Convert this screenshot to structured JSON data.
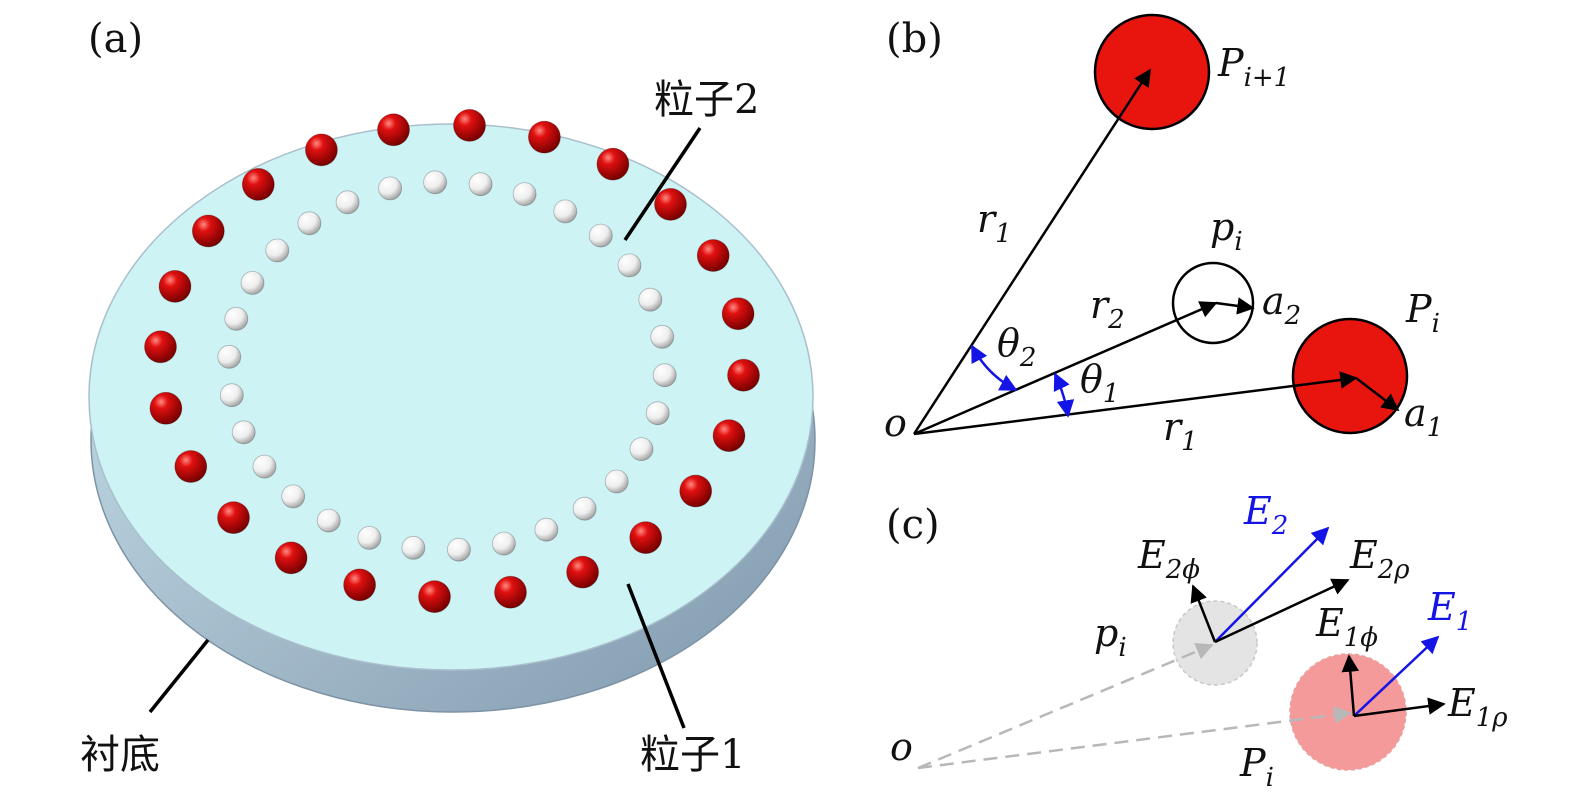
{
  "panel_a": {
    "label": "(a)",
    "particle2_label": "粒子2",
    "particle1_label": "粒子1",
    "substrate_label": "衬底",
    "outer_particle_count": 24,
    "inner_particle_count": 30
  },
  "panel_b": {
    "label": "(b)",
    "origin": "o",
    "P_next": {
      "base": "P",
      "sub": "i+1"
    },
    "P_i": {
      "base": "P",
      "sub": "i"
    },
    "p_i": {
      "base": "p",
      "sub": "i"
    },
    "r1_upper": {
      "base": "r",
      "sub": "1"
    },
    "r1_lower": {
      "base": "r",
      "sub": "1"
    },
    "r2": {
      "base": "r",
      "sub": "2"
    },
    "theta1": {
      "base": "θ",
      "sub": "1"
    },
    "theta2": {
      "base": "θ",
      "sub": "2"
    },
    "a1": {
      "base": "a",
      "sub": "1"
    },
    "a2": {
      "base": "a",
      "sub": "2"
    }
  },
  "panel_c": {
    "label": "(c)",
    "origin": "o",
    "p_i": {
      "base": "p",
      "sub": "i"
    },
    "P_i": {
      "base": "P",
      "sub": "i"
    },
    "E2": {
      "base": "E",
      "sub": "2"
    },
    "E2phi": {
      "base": "E",
      "sub": "2ϕ"
    },
    "E2rho": {
      "base": "E",
      "sub": "2ρ"
    },
    "E1": {
      "base": "E",
      "sub": "1"
    },
    "E1phi": {
      "base": "E",
      "sub": "1ϕ"
    },
    "E1rho": {
      "base": "E",
      "sub": "1ρ"
    }
  },
  "colors": {
    "red_particle": "#e8140e",
    "white_particle": "#f4f4f4",
    "substrate_top": "#cdf3f5",
    "substrate_rim": "#9fb6c6",
    "blue_vector": "#1414e6",
    "faded_red": "#f49a9a",
    "faded_gray": "#e4e4e4"
  }
}
